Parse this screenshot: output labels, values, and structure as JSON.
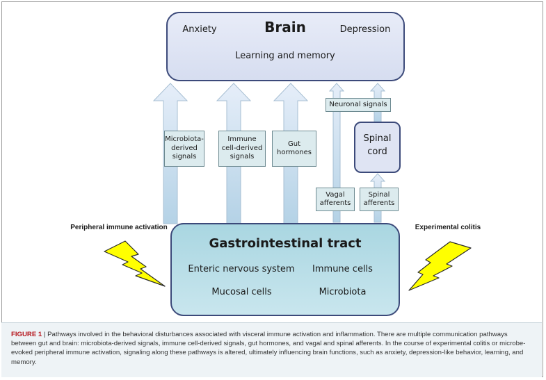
{
  "brain": {
    "title": "Brain",
    "left_label": "Anxiety",
    "right_label": "Depression",
    "subtitle": "Learning and memory"
  },
  "pathways": {
    "microbiota": "Microbiota-\nderived\nsignals",
    "immune": "Immune\ncell-derived\nsignals",
    "gut_hormones": "Gut\nhormones",
    "neuronal": "Neuronal signals",
    "vagal": "Vagal\nafferents",
    "spinal_afferents": "Spinal\nafferents"
  },
  "spinal_cord": "Spinal\ncord",
  "gi": {
    "title": "Gastrointestinal tract",
    "items": [
      "Enteric nervous system",
      "Immune cells",
      "Mucosal cells",
      "Microbiota"
    ]
  },
  "triggers": {
    "left": "Peripheral immune activation",
    "right": "Experimental colitis"
  },
  "caption": {
    "label": "FIGURE 1",
    "text": "Pathways involved in the behavioral disturbances associated with visceral immune activation and inflammation. There are multiple communication pathways between gut and brain: microbiota-derived signals, immune cell-derived signals, gut hormones, and vagal and spinal afferents. In the course of experimental colitis or microbe-evoked peripheral immune activation, signaling along these pathways is altered, ultimately influencing brain functions, such as anxiety, depression-like behavior, learning, and memory."
  },
  "colors": {
    "arrow_fill": "#c5dcef",
    "brain_fill": "#dfe4f3",
    "brain_stroke": "#3c4a7a",
    "gi_fill": "#b6dde6",
    "gi_stroke": "#3c4a7a",
    "lightning_fill": "#ffff00",
    "caption_label": "#b5151c"
  }
}
